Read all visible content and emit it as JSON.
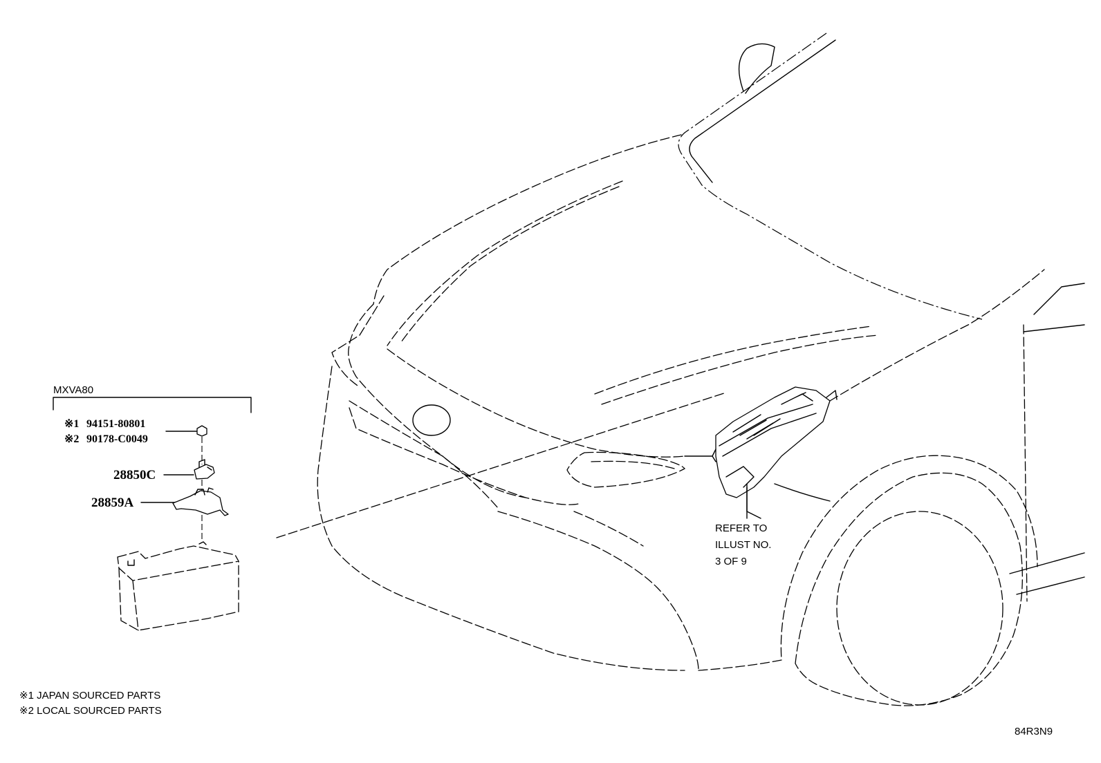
{
  "diagram": {
    "model_label": "MXVA80",
    "fasteners": [
      {
        "mark": "※1",
        "part": "94151-80801"
      },
      {
        "mark": "※2",
        "part": "90178-C0049"
      }
    ],
    "parts": {
      "bracket_clamp": "28850C",
      "battery_clamp": "28859A"
    },
    "reference_note": [
      "REFER TO",
      "ILLUST NO.",
      "3 OF 9"
    ],
    "legend": [
      "※1 JAPAN SOURCED PARTS",
      "※2 LOCAL SOURCED PARTS"
    ],
    "illustration_code": "84R3N9"
  }
}
